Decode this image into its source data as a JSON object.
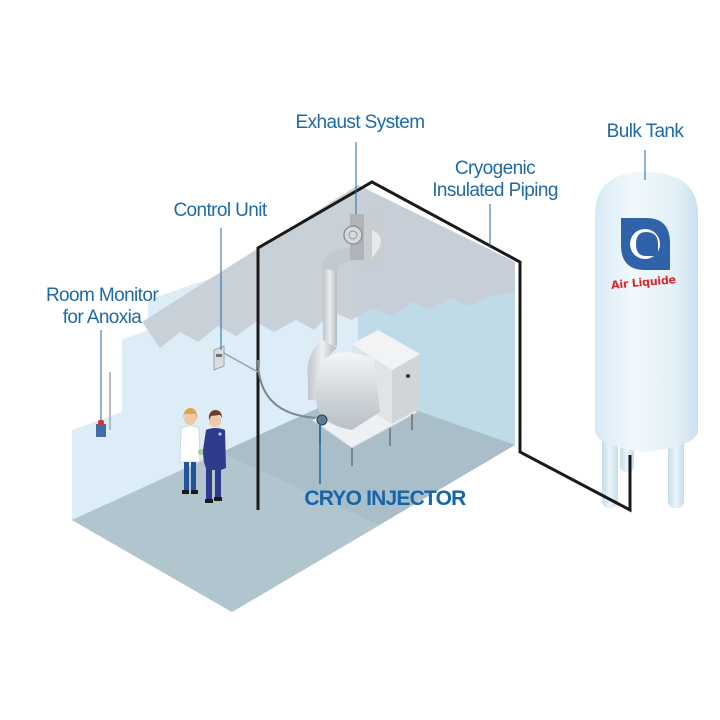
{
  "diagram": {
    "title": "Cryogenic cooling installation",
    "labels": {
      "exhaust_system": "Exhaust System",
      "bulk_tank": "Bulk Tank",
      "cryogenic_piping_line1": "Cryogenic",
      "cryogenic_piping_line2": "Insulated Piping",
      "control_unit": "Control Unit",
      "room_monitor_line1": "Room Monitor",
      "room_monitor_line2": "for Anoxia",
      "cryo_injector": "CRYO INJECTOR"
    },
    "brand": {
      "name": "Air Liquide",
      "logo_icon": "air-liquide-logo-icon"
    },
    "components": [
      {
        "id": "bulk-tank",
        "name": "Bulk Tank"
      },
      {
        "id": "cryogenic-piping",
        "name": "Cryogenic Insulated Piping"
      },
      {
        "id": "exhaust-system",
        "name": "Exhaust System"
      },
      {
        "id": "control-unit",
        "name": "Control Unit"
      },
      {
        "id": "room-monitor",
        "name": "Room Monitor for Anoxia"
      },
      {
        "id": "cryo-injector",
        "name": "CRYO INJECTOR"
      }
    ],
    "figures": [
      {
        "role": "lab-technician",
        "icon": "person-in-lab-coat-icon"
      },
      {
        "role": "operator",
        "icon": "person-in-coverall-icon"
      }
    ],
    "colors": {
      "label_blue": "#1f6aa5",
      "strong_blue": "#1565a8",
      "brand_red": "#d8262a",
      "logo_blue": "#2f62a8",
      "pipe_black": "#1a1a1a",
      "floor": "#a9bec8",
      "wall_light": "#dcedf7",
      "wall_right": "#bcd8e6",
      "ceiling_shadow": "#c6cfd6",
      "tank_body": "#e8f3f9"
    }
  }
}
